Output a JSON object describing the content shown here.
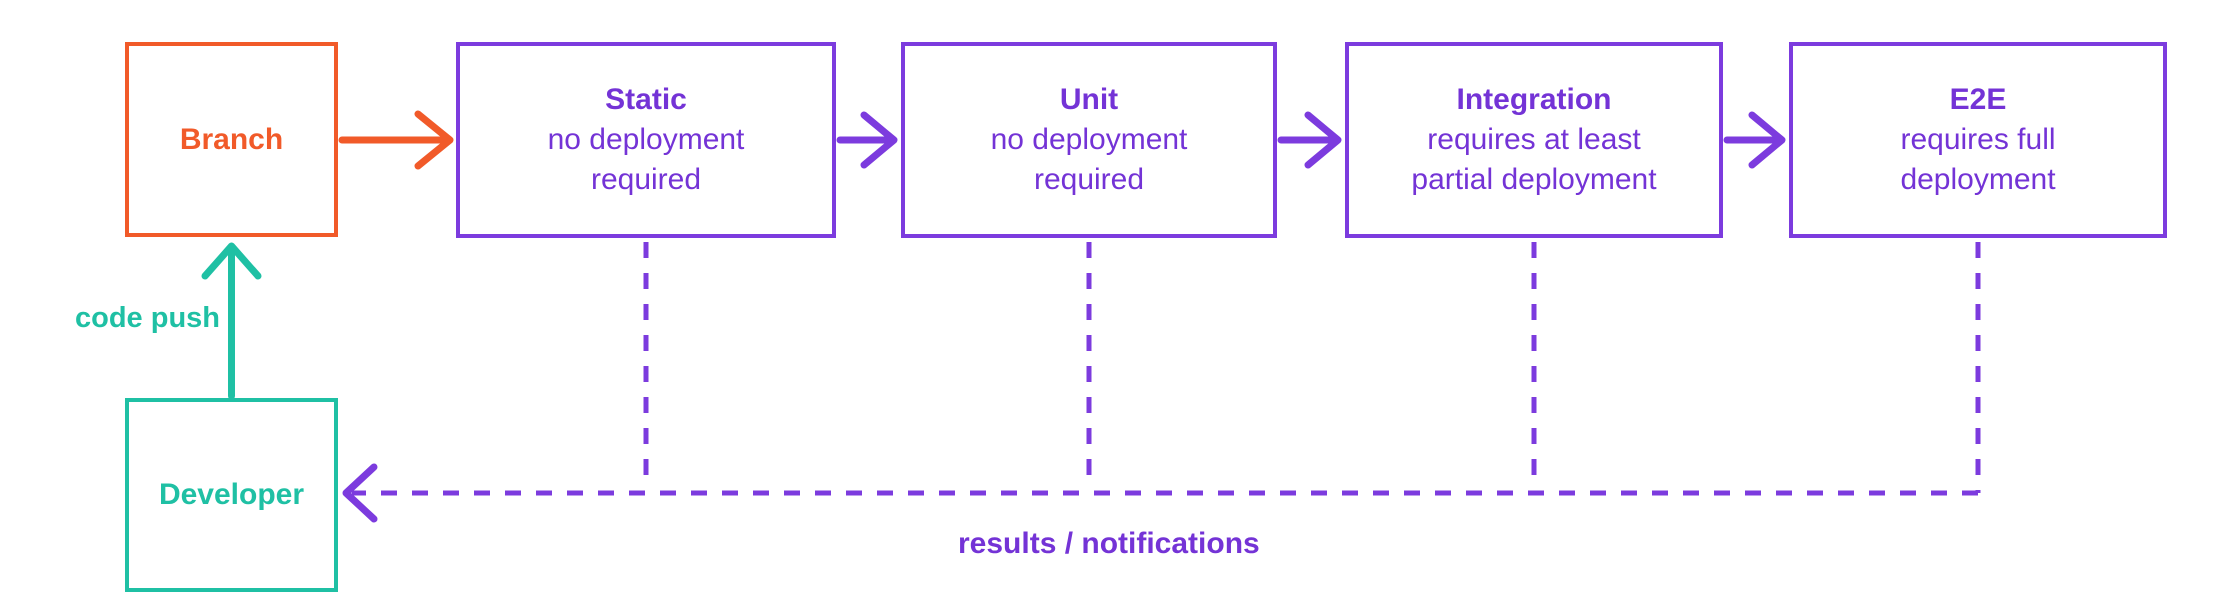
{
  "nodes": {
    "branch": {
      "title": "Branch"
    },
    "static": {
      "title": "Static",
      "line1": "no deployment",
      "line2": "required"
    },
    "unit": {
      "title": "Unit",
      "line1": "no deployment",
      "line2": "required"
    },
    "integration": {
      "title": "Integration",
      "line1": "requires at least",
      "line2": "partial deployment"
    },
    "e2e": {
      "title": "E2E",
      "line1": "requires full",
      "line2": "deployment"
    },
    "developer": {
      "title": "Developer"
    }
  },
  "labels": {
    "code_push": "code push",
    "results": "results / notifications"
  },
  "colors": {
    "orange": "#F15A29",
    "purple": "#7C3BDE",
    "purple_text": "#7433D6",
    "teal": "#1FC0A4"
  }
}
